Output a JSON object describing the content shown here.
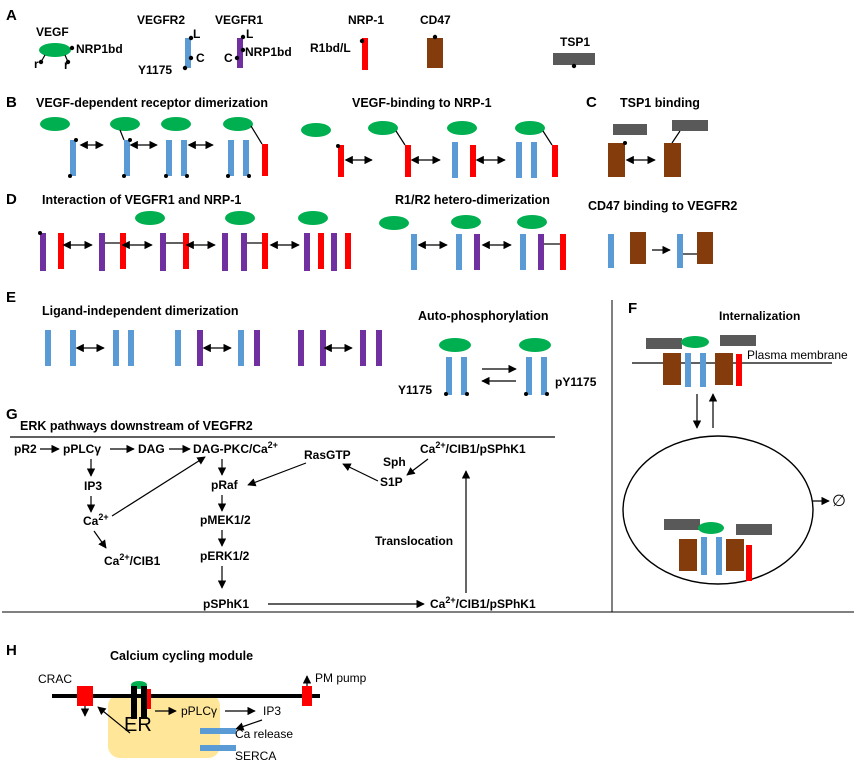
{
  "colors": {
    "vegfr2": "#5b9bd5",
    "vegfr1": "#7030a0",
    "nrp1": "#ff0000",
    "cd47": "#843c0c",
    "tsp1": "#595959",
    "vegf": "#00b050",
    "er": "#ffe699"
  },
  "panel_a": {
    "letter": "A",
    "vegf_label": "VEGF",
    "vegf_site": "NRP1bd",
    "vegf_r_left": "r",
    "vegf_r_right": "r",
    "vegfr2_label": "VEGFR2",
    "vegfr2_l": "L",
    "vegfr2_c": "C",
    "vegfr2_y": "Y1175",
    "vegfr1_label": "VEGFR1",
    "vegfr1_l": "L",
    "vegfr1_c": "C",
    "vegfr1_site": "NRP1bd",
    "nrp1_label": "NRP-1",
    "nrp1_site": "R1bd/L",
    "cd47_label": "CD47",
    "tsp1_label": "TSP1"
  },
  "panel_b": {
    "letter": "B",
    "title_left": "VEGF-dependent receptor dimerization",
    "title_right": "VEGF-binding to NRP-1"
  },
  "panel_c": {
    "letter": "C",
    "title": "TSP1 binding"
  },
  "panel_d": {
    "letter": "D",
    "title_left": "Interaction of VEGFR1 and NRP-1",
    "title_middle": "R1/R2 hetero-dimerization",
    "title_right": "CD47 binding to VEGFR2"
  },
  "panel_e": {
    "letter": "E",
    "title_left": "Ligand-independent dimerization",
    "title_right": "Auto-phosphorylation",
    "y_left": "Y1175",
    "y_right": "pY1175"
  },
  "panel_f": {
    "letter": "F",
    "title": "Internalization",
    "membrane": "Plasma membrane",
    "degradation_symbol": "∅"
  },
  "panel_g": {
    "letter": "G",
    "title": "ERK pathways downstream of VEGFR2",
    "nodes": {
      "pr2": "pR2",
      "pplc": "pPLCγ",
      "dag": "DAG",
      "dagpkc_base": "DAG-PKC/Ca",
      "ip3": "IP3",
      "ca_base": "Ca",
      "cacib1_base": "Ca",
      "cacib1_tail": "/CIB1",
      "praf": "pRaf",
      "pmek": "pMEK1/2",
      "perk": "pERK1/2",
      "psphk1": "pSPhK1",
      "rasgtp": "RasGTP",
      "sph": "Sph",
      "s1p": "S1P",
      "complex_base": "Ca",
      "complex_tail": "/CIB1/pSPhK1",
      "complex2_base": "Ca",
      "complex2_tail": "/CIB1/pSPhK1",
      "superscript": "2+",
      "translocation": "Translocation"
    }
  },
  "panel_h": {
    "letter": "H",
    "title": "Calcium cycling module",
    "crac": "CRAC",
    "pm_pump": "PM pump",
    "er": "ER",
    "pplc": "pPLCγ",
    "ip3": "IP3",
    "ca_release": "Ca release",
    "serca": "SERCA"
  }
}
